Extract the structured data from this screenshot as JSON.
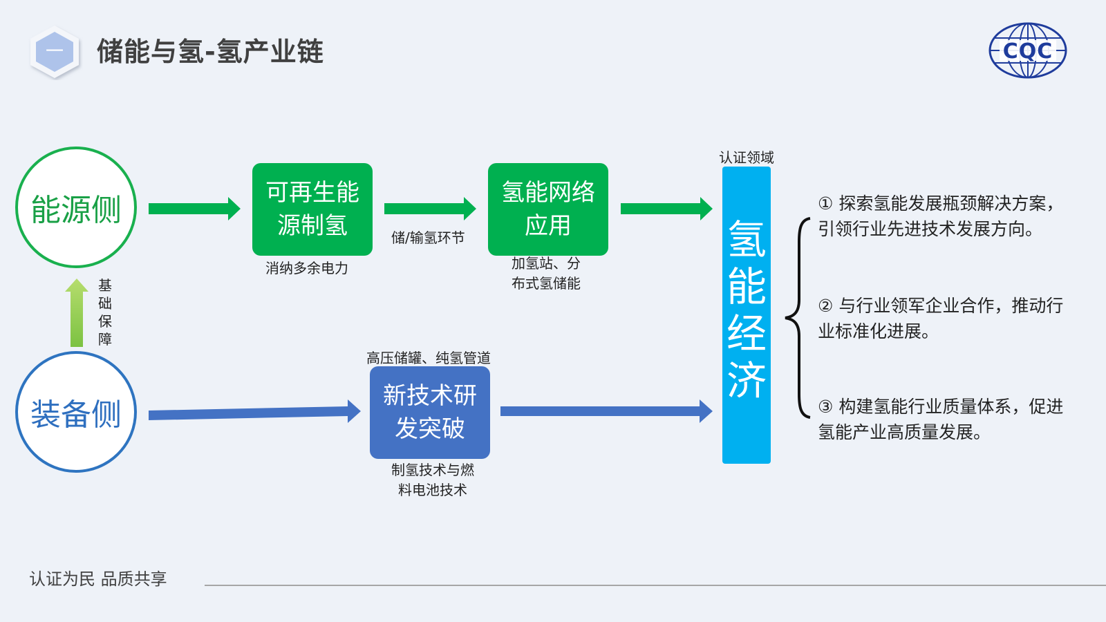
{
  "header": {
    "section_number": "一",
    "title": "储能与氢-氢产业链",
    "logo_text": "CQC"
  },
  "diagram": {
    "energy_side": "能源侧",
    "equipment_side": "装备侧",
    "basic_support": [
      "基",
      "础",
      "保",
      "障"
    ],
    "renewable_box": [
      "可再生能",
      "源制氢"
    ],
    "renewable_note": "消纳多余电力",
    "storage_note": "储/输氢环节",
    "network_box": [
      "氢能网络",
      "应用"
    ],
    "network_note": [
      "加氢站、分",
      "布式氢储能"
    ],
    "newtech_top_note": "高压储罐、纯氢管道",
    "newtech_box": [
      "新技术研",
      "发突破"
    ],
    "newtech_bottom_note": [
      "制氢技术与燃",
      "料电池技术"
    ],
    "cert_label": "认证领域",
    "economy": [
      "氢",
      "能",
      "经",
      "济"
    ]
  },
  "bullets": [
    {
      "lines": [
        "① 探索氢能发展瓶颈解决方案，",
        "引领行业先进技术发展方向。"
      ]
    },
    {
      "lines": [
        "② 与行业领军企业合作，推动行",
        "业标准化进展。"
      ]
    },
    {
      "lines": [
        "③ 构建氢能行业质量体系，促进",
        "氢能产业高质量发展。"
      ]
    }
  ],
  "footer": {
    "slogan": "认证为民  品质共享"
  },
  "colors": {
    "green": "#00b050",
    "blue": "#4472c4",
    "cyan": "#00b0f0",
    "energy_circle": "#19b04e",
    "equipment_circle": "#2e74c0",
    "logo_blue": "#1f3c9c"
  }
}
